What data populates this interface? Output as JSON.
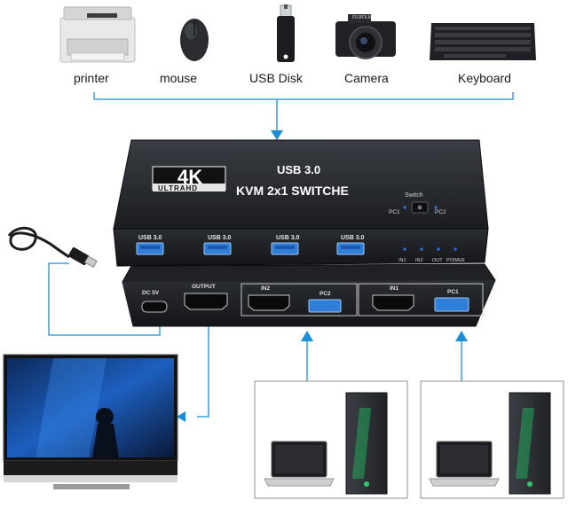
{
  "peripherals": {
    "printer": "printer",
    "mouse": "mouse",
    "usb_disk": "USB Disk",
    "camera": "Camera",
    "keyboard": "Keyboard",
    "camera_brand": "FUJIFILM"
  },
  "device": {
    "badge_big": "4K",
    "badge_small": "ULTRAHD",
    "title_line1": "USB 3.0",
    "title_line2": "KVM 2x1 SWITCHE",
    "switch_label": "Switch",
    "pc1_label": "PC1",
    "pc2_label": "PC2",
    "usb_port_labels": [
      "USB 3.0",
      "USB 3.0",
      "USB 3.0",
      "USB 3.0"
    ],
    "led_labels": [
      "IN1",
      "IN2",
      "OUT",
      "POWER"
    ],
    "back_dc": "DC 5V",
    "back_output": "OUTPUT",
    "back_in2": "IN2",
    "back_pc2": "PC2",
    "back_in1": "IN1",
    "back_pc1": "PC1"
  },
  "colors": {
    "connector_line": "#1a8fd6",
    "device_body": "#1b1d21",
    "usb_port": "#2f7fd8",
    "led": "#2a66d0"
  }
}
